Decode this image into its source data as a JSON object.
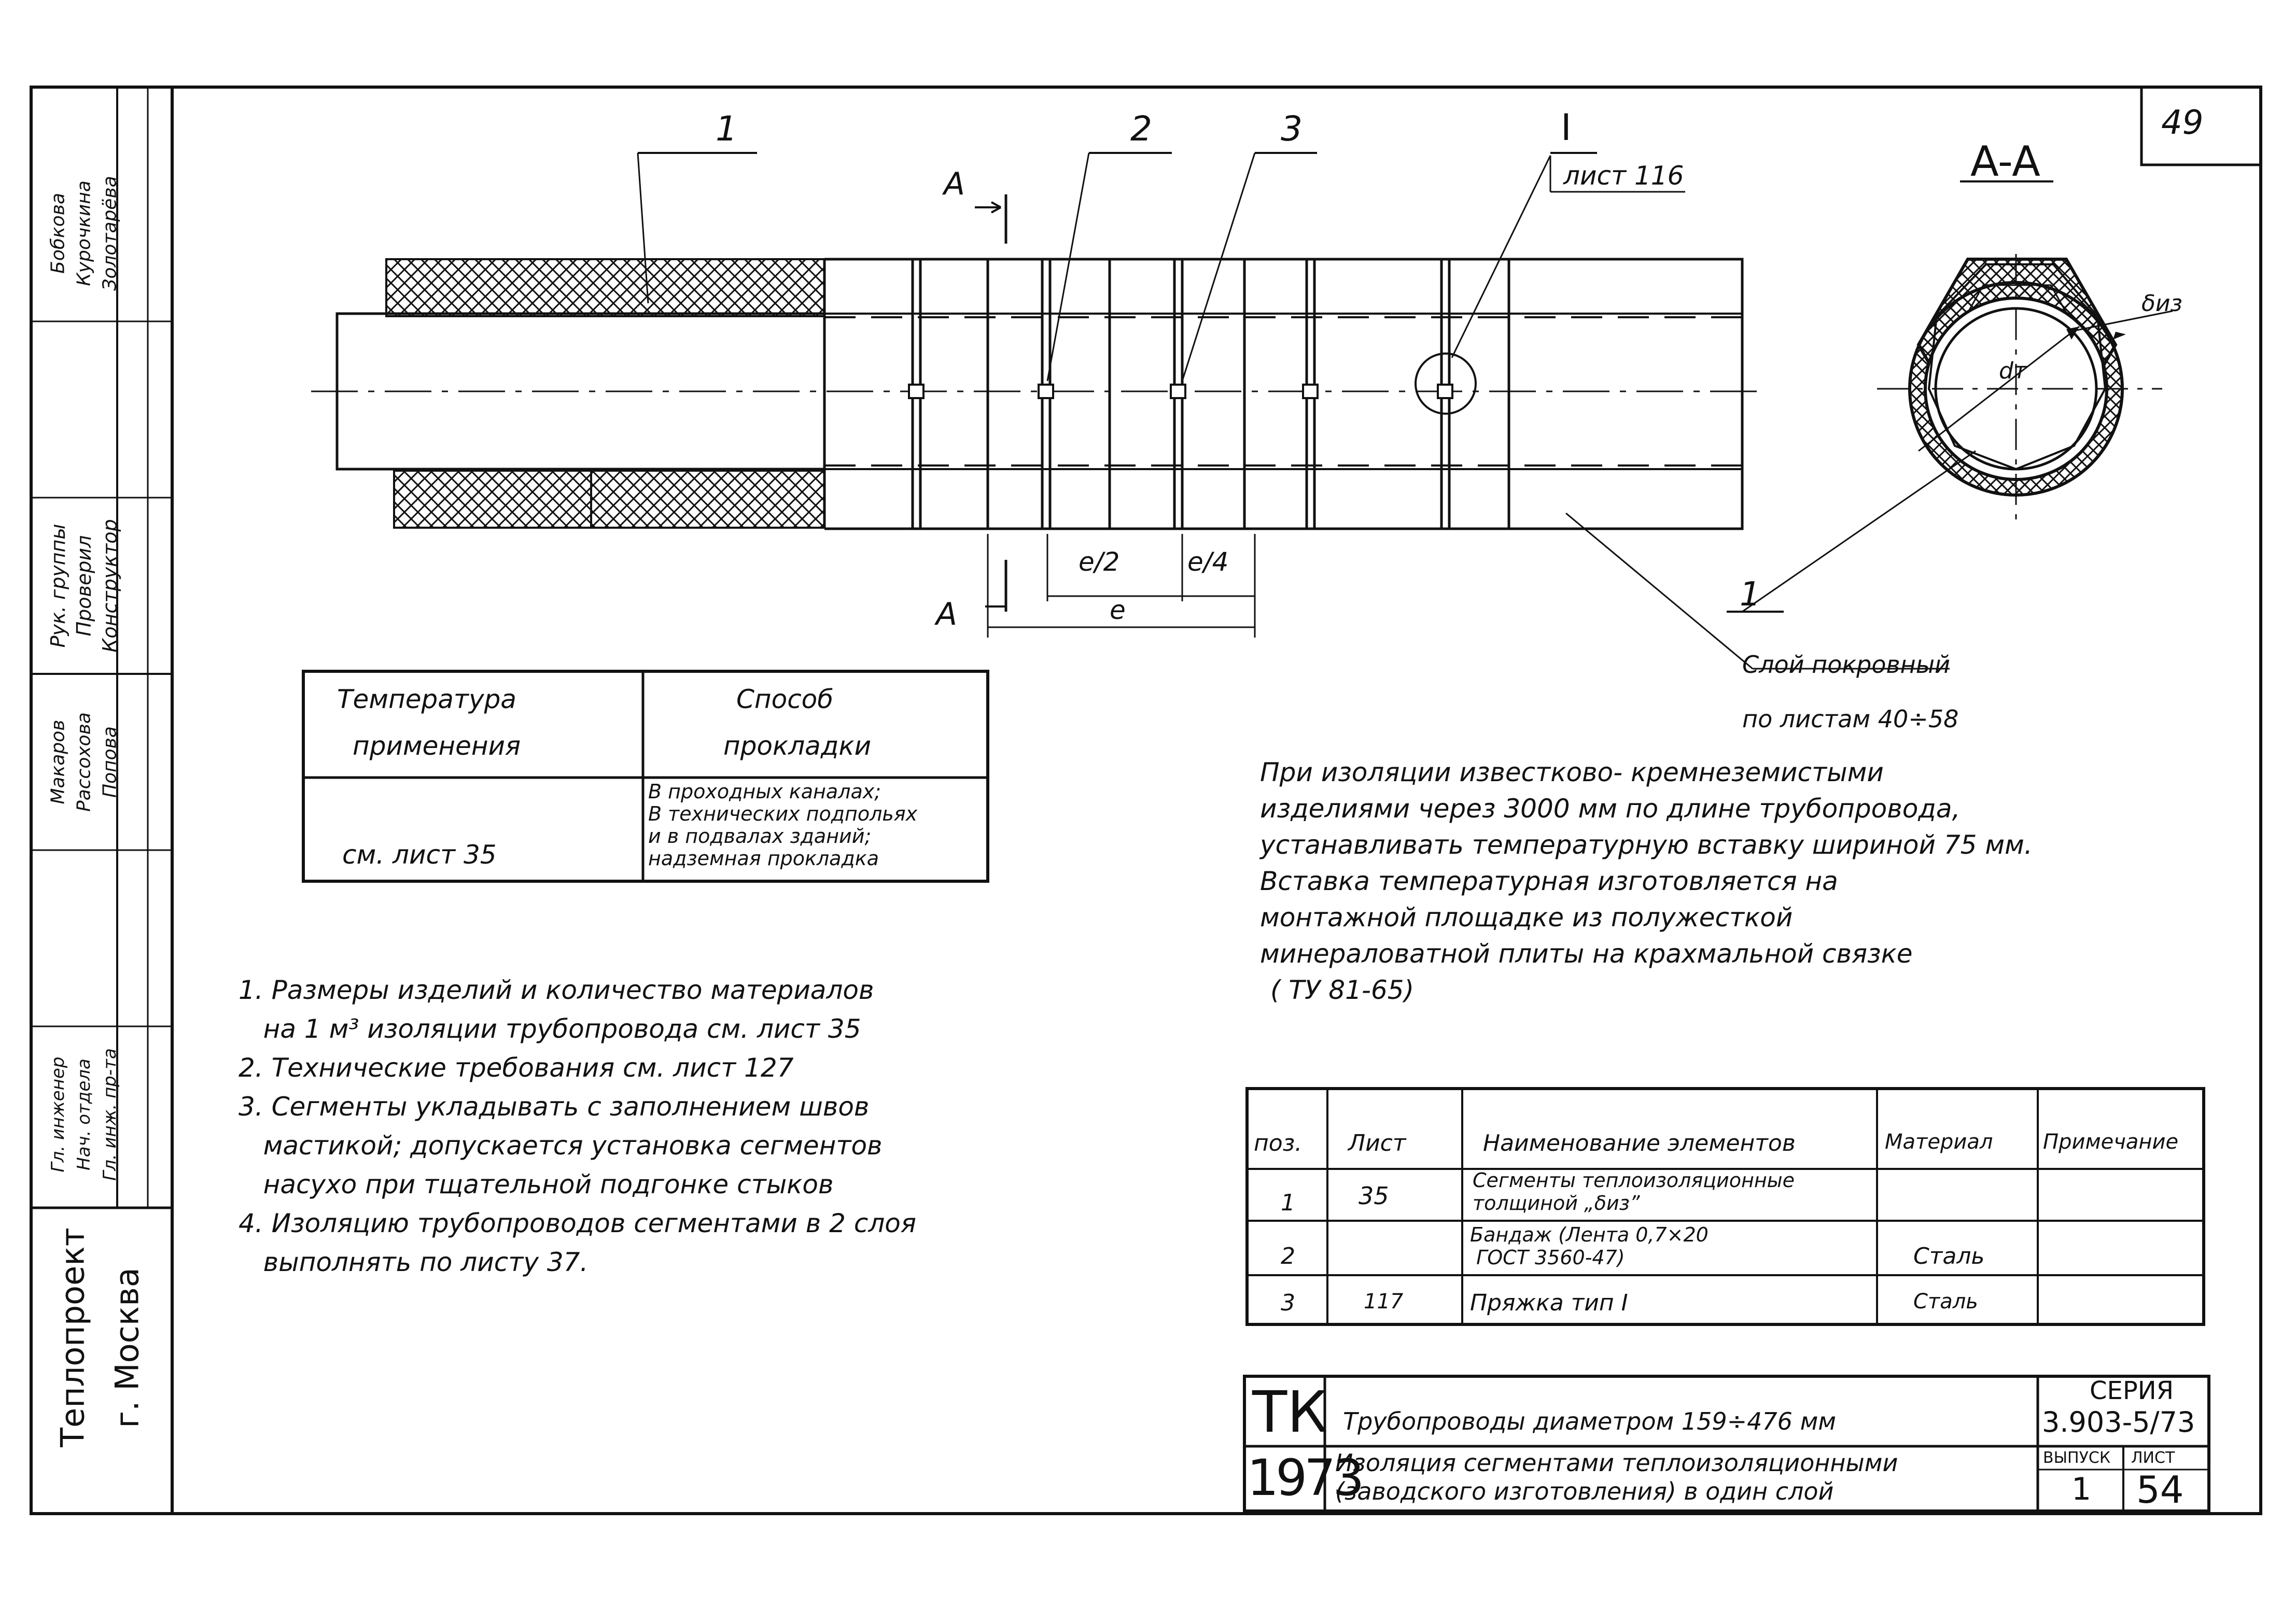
{
  "sheet_number": "49",
  "section_label": "A-A",
  "callouts": {
    "c1": "1",
    "c2": "2",
    "c3": "3",
    "c_detail": "I",
    "detail_ref": "лист 116",
    "cut_a_top": "A",
    "cut_a_bottom": "A",
    "section_1": "1"
  },
  "dimensions": {
    "half": "e/2",
    "quarter": "e/4",
    "full": "e",
    "d_iz": "δиз",
    "d_t": "dт"
  },
  "cover_layer": {
    "label": "Слой покровный",
    "ref": "по листам 40÷58"
  },
  "temp_table": {
    "h1a": "Температура",
    "h1b": "применения",
    "h2a": "Способ",
    "h2b": "прокладки",
    "r1c1": "см. лист 35",
    "r1c2": [
      "В проходных каналах;",
      "В технических подпольях",
      "и в подвалах зданий;",
      "надземная прокладка"
    ]
  },
  "insulation_note": [
    "При изоляции известково- кремнеземистыми",
    "изделиями через 3000 мм по длине трубопровода,",
    "устанавливать температурную вставку шириной 75 мм.",
    "Вставка температурная изготовляется на",
    "монтажной площадке из полужесткой",
    "минераловатной плиты на крахмальной связке",
    "( ТУ 81-65)"
  ],
  "notes": [
    "1. Размеры изделий и количество материалов",
    "   на 1 м³ изоляции трубопровода см. лист 35",
    "2. Технические требования см. лист 127",
    "3. Сегменты укладывать с заполнением швов",
    "   мастикой; допускается установка сегментов",
    "   насухо при тщательной подгонке стыков",
    "4. Изоляцию трубопроводов сегментами в 2 слоя",
    "   выполнять по листу 37."
  ],
  "spec_table": {
    "headers": [
      "поз.",
      "Лист",
      "Наименование элементов",
      "Материал",
      "Примечание"
    ],
    "rows": [
      {
        "pos": "1",
        "sheet": "35",
        "name": "Сегменты теплоизоляционные\nтолщиной „δиз”",
        "material": "",
        "note": ""
      },
      {
        "pos": "2",
        "sheet": "",
        "name": "Бандаж (Лента 0,7×20\n ГОСТ 3560-47)",
        "material": "Сталь",
        "note": ""
      },
      {
        "pos": "3",
        "sheet": "117",
        "name": "Пряжка тип I",
        "material": "Сталь",
        "note": ""
      }
    ]
  },
  "title_block": {
    "code": "ТК",
    "year": "1973",
    "title1": "Трубопроводы диаметром 159÷476 мм",
    "title2a": "Изоляция сегментами теплоизоляционными",
    "title2b": "(заводского изготовления) в один слой",
    "series_label": "СЕРИЯ",
    "series_value": "3.903-5/73",
    "issue_label": "ВЫПУСК",
    "issue_value": "1",
    "sheet_label": "ЛИСТ",
    "sheet_value": "54"
  },
  "org": {
    "name": "Теплопроект",
    "city": "г. Москва"
  },
  "signatures": {
    "roles": [
      "Рук. группы",
      "Проверил",
      "Конструктор",
      "Гл. инженер",
      "Нач. отдела",
      "Гл. инж. пр-та"
    ],
    "names": [
      "Бобкова",
      "Курочкина",
      "Золотарёва",
      "Макаров",
      "Рассохова",
      "Попова"
    ]
  }
}
